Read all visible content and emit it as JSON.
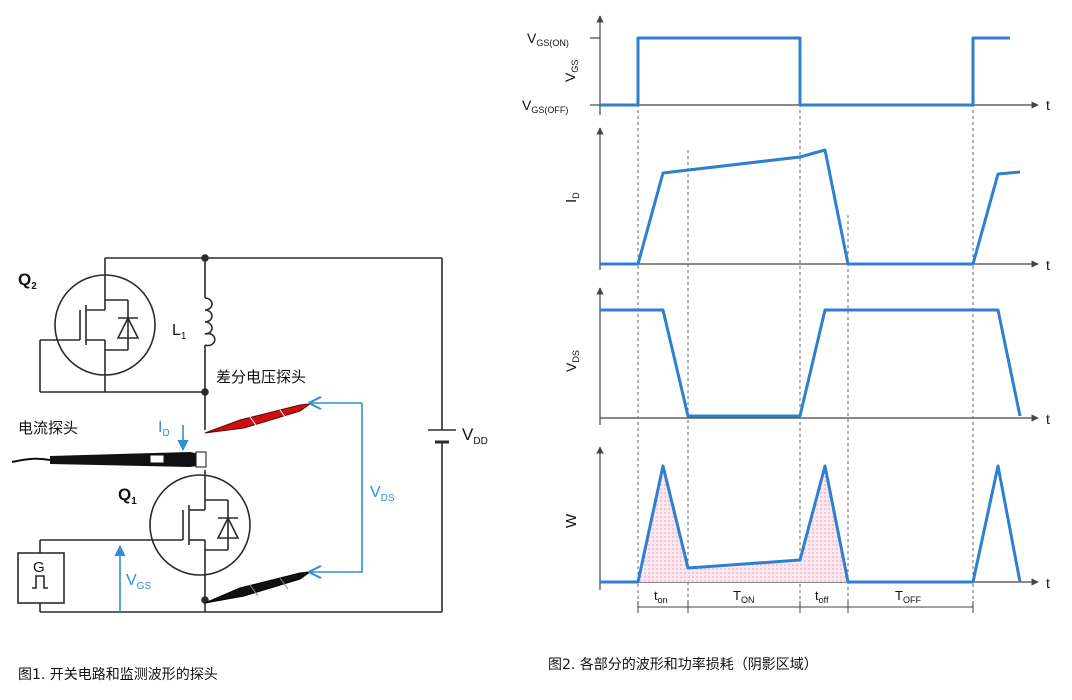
{
  "figure1": {
    "caption": "图1. 开关电路和监测波形的探头",
    "q2_label": "Q",
    "q2_sub": "2",
    "q1_label": "Q",
    "q1_sub": "1",
    "l1_label": "L",
    "l1_sub": "1",
    "vdd_label": "V",
    "vdd_sub": "DD",
    "diff_probe_label": "差分电压探头",
    "current_probe_label": "电流探头",
    "id_label": "I",
    "id_sub": "D",
    "vds_label": "V",
    "vds_sub": "DS",
    "vgs_label": "V",
    "vgs_sub": "GS",
    "gen_label": "G",
    "colors": {
      "wire": "#2b2b2b",
      "annotation": "#2e8fd6",
      "probe_red": "#cc1111",
      "probe_black": "#111111"
    }
  },
  "figure2": {
    "caption": "图2. 各部分的波形和功率损耗（阴影区域）",
    "vgs_on_label": "V",
    "vgs_on_sub": "GS(ON)",
    "vgs_off_label": "V",
    "vgs_off_sub": "GS(OFF)",
    "vgs_axis_label": "V",
    "vgs_axis_sub": "GS",
    "id_axis_label": "I",
    "id_axis_sub": "D",
    "vds_axis_label": "V",
    "vds_axis_sub": "DS",
    "w_axis_label": "W",
    "t_label": "t",
    "t_on_small": "t",
    "t_on_small_sub": "on",
    "t_on_big": "T",
    "t_on_big_sub": "ON",
    "t_off_small": "t",
    "t_off_small_sub": "off",
    "t_off_big": "T",
    "t_off_big_sub": "OFF",
    "colors": {
      "waveform": "#2e7fd0",
      "axis": "#444444",
      "shade": "#f2b8cf"
    }
  }
}
